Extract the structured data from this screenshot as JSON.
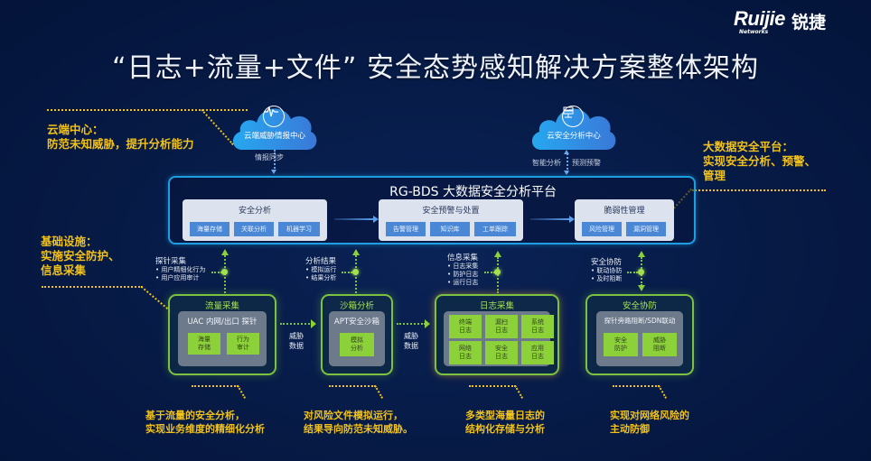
{
  "logo": {
    "brand": "Ruijie",
    "cn": "锐捷",
    "sub": "Networks"
  },
  "title": "“日志+流量+文件” 安全态势感知解决方案整体架构",
  "clouds": [
    {
      "label": "云端威胁情报中心",
      "icon": "heartbeat-icon",
      "link_label": "情报同步"
    },
    {
      "label": "云安全分析中心",
      "icon": "server-database-icon",
      "link_label_left": "智能分析",
      "link_label_right": "预测预警"
    }
  ],
  "platform": {
    "title": "RG-BDS 大数据安全分析平台",
    "cards": [
      {
        "title": "安全分析",
        "items": [
          "海量存储",
          "关联分析",
          "机器学习"
        ]
      },
      {
        "title": "安全预警与处置",
        "items": [
          "告警管理",
          "知识库",
          "工单跟踪"
        ]
      },
      {
        "title": "脆弱性管理",
        "items": [
          "风险管理",
          "漏洞管理"
        ]
      }
    ]
  },
  "annotations": {
    "cloud_center": {
      "line1": "云端中心：",
      "line2": "防范未知威胁，提升分析能力"
    },
    "big_data": {
      "line1": "大数据安全平台：",
      "line2": "实现安全分析、预警、",
      "line3": "管理"
    },
    "infrastructure": {
      "line1": "基础设施：",
      "line2": "实施安全防护、",
      "line3": "信息采集"
    }
  },
  "links": [
    {
      "head": "探针采集",
      "items": [
        "用户精细化行为",
        "用户应用审计"
      ]
    },
    {
      "head": "分析结果",
      "items": [
        "模拟运行",
        "结果分析"
      ]
    },
    {
      "head": "信息采集",
      "items": [
        "日志采集",
        "防护日志",
        "运行日志"
      ]
    },
    {
      "head": "安全协防",
      "items": [
        "联动协防",
        "及时阻断"
      ]
    }
  ],
  "boxes": [
    {
      "title": "流量采集",
      "inner": "UAC 内网/出口 探针",
      "cells": [
        "海量\n存储",
        "行为\n审计"
      ]
    },
    {
      "title": "沙箱分析",
      "inner": "APT安全沙箱",
      "cells": [
        "模拟\n分析"
      ]
    },
    {
      "title": "日志采集",
      "cells": [
        "终端\n日志",
        "漏扫\n日志",
        "系统\n日志",
        "网络\n日志",
        "安全\n日志",
        "应用\n日志"
      ]
    },
    {
      "title": "安全协防",
      "inner": "探针旁路阻断/SDN联动",
      "cells": [
        "安全\n防护",
        "威胁\n阻断"
      ]
    }
  ],
  "flows": [
    {
      "label_line1": "威胁",
      "label_line2": "数据"
    },
    {
      "label_line1": "威胁",
      "label_line2": "数据"
    }
  ],
  "bottom_notes": [
    {
      "line1": "基于流量的安全分析，",
      "line2": "实现业务维度的精细化分析"
    },
    {
      "line1": "对风险文件模拟运行，",
      "line2": "结果导向防范未知威胁。"
    },
    {
      "line1": "多类型海量日志的",
      "line2": "结构化存储与分析"
    },
    {
      "line1": "实现对网络风险的",
      "line2": "主动防御"
    }
  ],
  "colors": {
    "background": "#061a45",
    "annotation": "#f2c21a",
    "platform_border": "#1e9ee0",
    "green_accent": "#7cc240",
    "card_button": "#4a88d6"
  }
}
